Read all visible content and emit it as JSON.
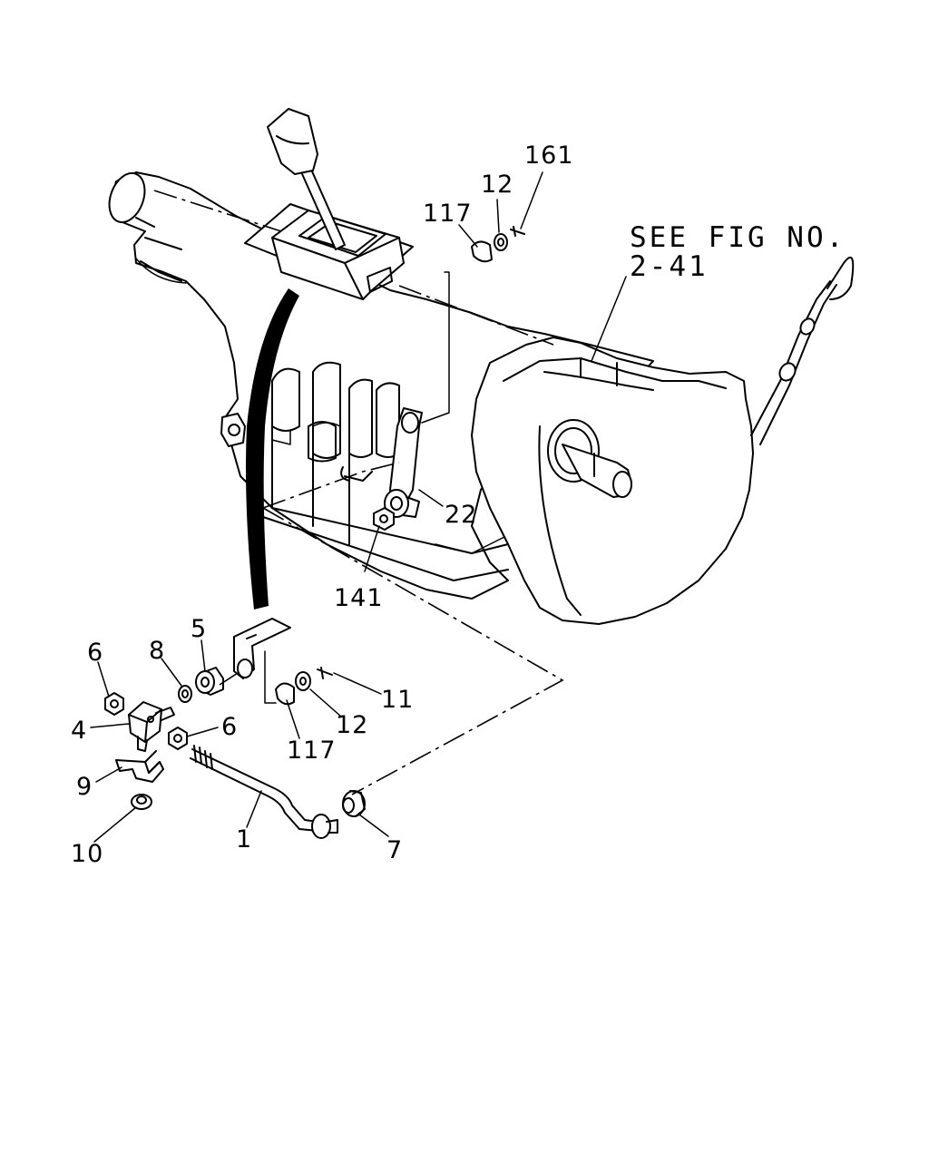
{
  "reference": {
    "line1": "SEE FIG NO.",
    "line2": "2-41"
  },
  "callouts": [
    {
      "id": "c161",
      "text": "161"
    },
    {
      "id": "c12a",
      "text": "12"
    },
    {
      "id": "c117a",
      "text": "117"
    },
    {
      "id": "c22",
      "text": "22"
    },
    {
      "id": "c141",
      "text": "141"
    },
    {
      "id": "c5",
      "text": "5"
    },
    {
      "id": "c8",
      "text": "8"
    },
    {
      "id": "c6a",
      "text": "6"
    },
    {
      "id": "c4",
      "text": "4"
    },
    {
      "id": "c6b",
      "text": "6"
    },
    {
      "id": "c11",
      "text": "11"
    },
    {
      "id": "c12b",
      "text": "12"
    },
    {
      "id": "c117b",
      "text": "117"
    },
    {
      "id": "c9",
      "text": "9"
    },
    {
      "id": "c10",
      "text": "10"
    },
    {
      "id": "c1",
      "text": "1"
    },
    {
      "id": "c7",
      "text": "7"
    }
  ]
}
